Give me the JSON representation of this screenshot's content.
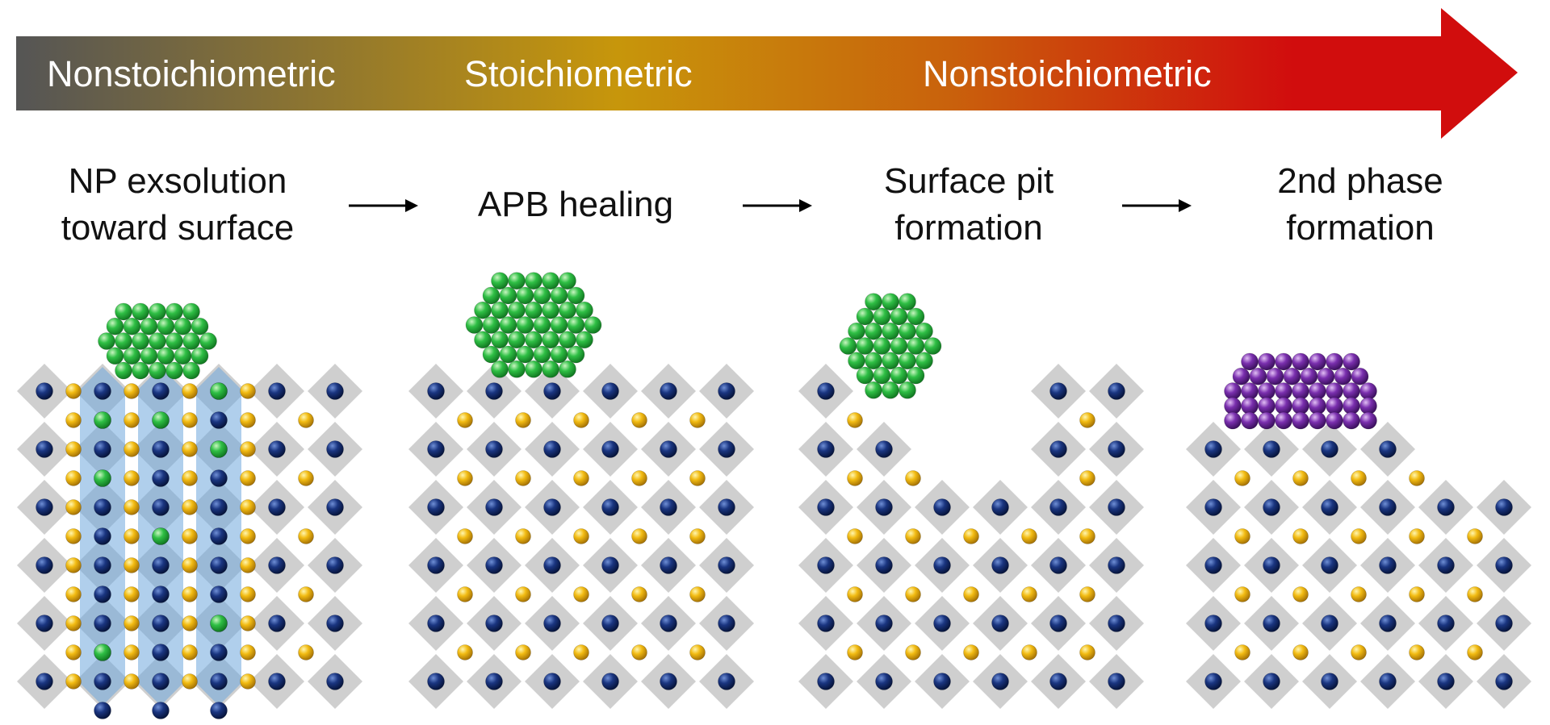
{
  "banner": {
    "labels": [
      "Nonstoichiometric",
      "Stoichiometric",
      "Nonstoichiometric"
    ],
    "gradient": [
      "#555555",
      "#c7960b",
      "#c9620c",
      "#d10d0d"
    ]
  },
  "steps": [
    {
      "line1": "NP exsolution",
      "line2": "toward surface"
    },
    {
      "line1": "APB healing",
      "line2": ""
    },
    {
      "line1": "Surface pit",
      "line2": "formation"
    },
    {
      "line1": "2nd phase",
      "line2": "formation"
    }
  ],
  "colors": {
    "octahedron": "#cfcfcf",
    "b_site_atom": "#0f2a6b",
    "a_site_atom": "#f2bb12",
    "exsolved_metal": "#2fbf45",
    "second_phase": "#7a2fae",
    "apb_highlight": "#6fa8dc"
  }
}
